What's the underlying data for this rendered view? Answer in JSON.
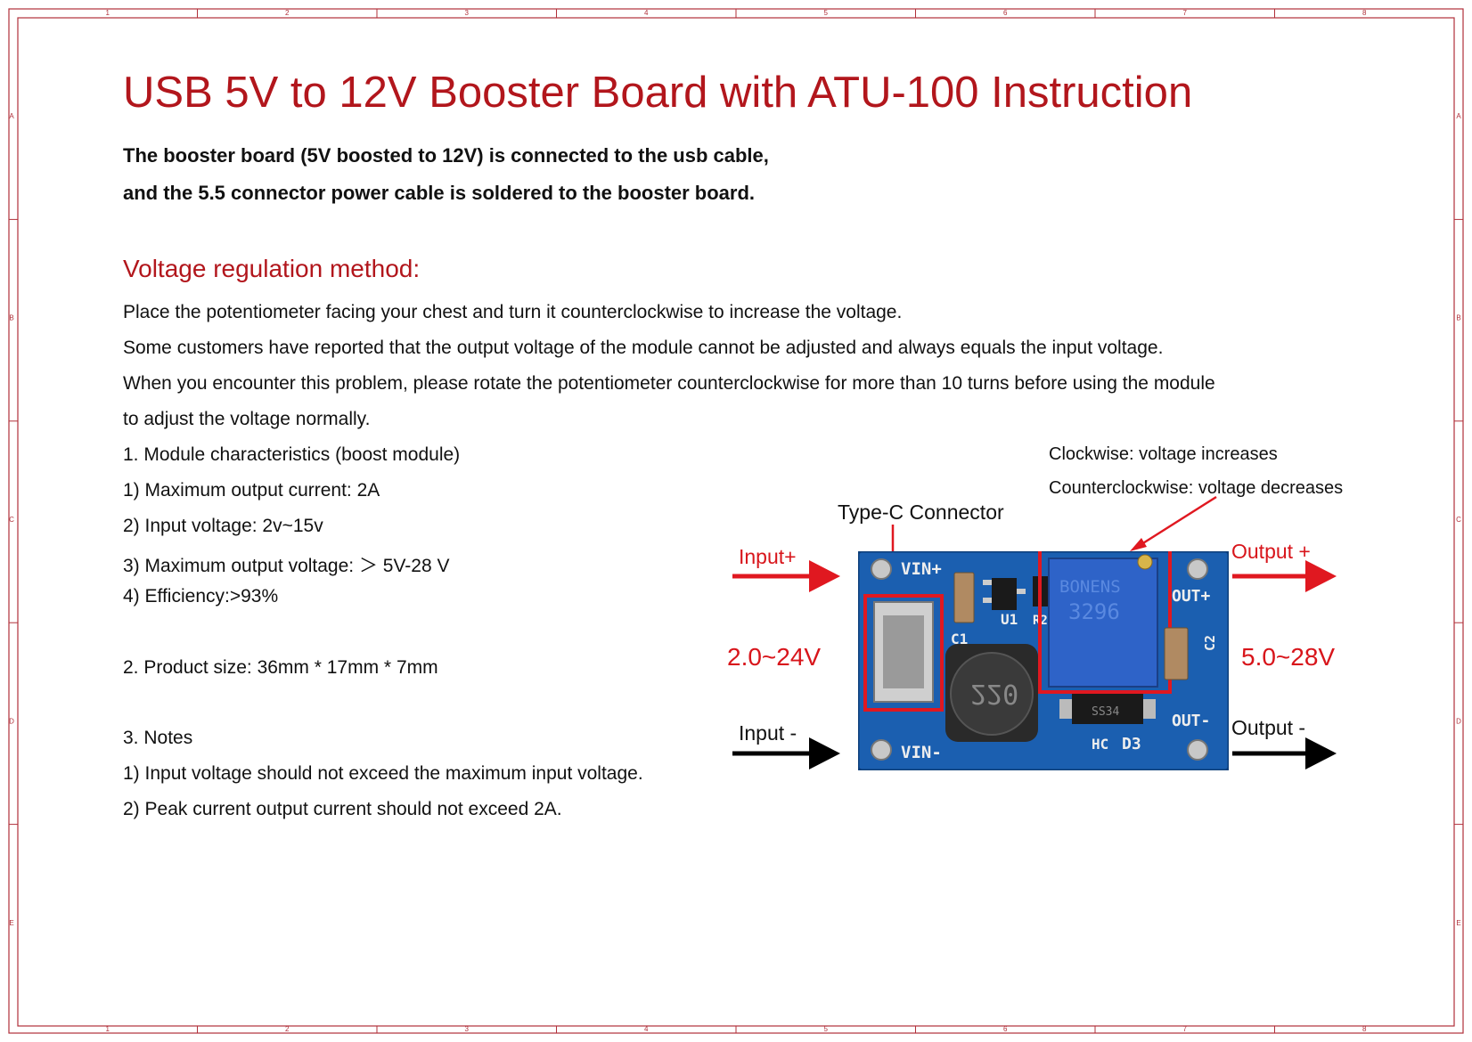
{
  "frame": {
    "column_labels": [
      "1",
      "2",
      "3",
      "4",
      "5",
      "6",
      "7",
      "8"
    ],
    "row_labels": [
      "A",
      "B",
      "C",
      "D",
      "E"
    ]
  },
  "document": {
    "title": "USB 5V to 12V Booster Board with ATU-100  Instruction",
    "intro": [
      "The booster board (5V boosted to 12V) is connected to the usb cable,",
      "and the 5.5 connector power cable is soldered to the booster board."
    ],
    "section_heading": "Voltage regulation method:",
    "paragraphs": [
      "Place the potentiometer facing your chest and turn it counterclockwise to increase the voltage.",
      "Some customers have reported that the output voltage of the module cannot be adjusted and always equals the input voltage.",
      "When you encounter this problem, please rotate the potentiometer counterclockwise for more than 10 turns before using the module",
      "to adjust the voltage normally."
    ],
    "module_heading": "1. Module characteristics (boost module)",
    "characteristics": [
      "1) Maximum output current: 2A",
      "2) Input voltage: 2v~15v",
      "3) Maximum output voltage: ＞ 5V-28 V",
      "4) Efficiency:>93%"
    ],
    "size_line": "2. Product size: 36mm * 17mm * 7mm",
    "notes_heading": "3. Notes",
    "notes": [
      "1) Input voltage should not exceed the maximum input voltage.",
      "2) Peak current output current should not exceed 2A."
    ]
  },
  "diagram": {
    "clockwise_note": "Clockwise: voltage increases",
    "counterclockwise_note": "Counterclockwise: voltage decreases",
    "connector_label": "Type-C Connector",
    "input_plus": "Input+",
    "input_minus": "Input -",
    "input_range": "2.0~24V",
    "output_plus": "Output +",
    "output_minus": "Output -",
    "output_range": "5.0~28V",
    "board_silkscreen": {
      "vin_plus": "VIN+",
      "vin_minus": "VIN-",
      "out_plus": "OUT+",
      "out_minus": "OUT-",
      "u1": "U1",
      "r2": "R2",
      "c1": "C1",
      "c2": "C2",
      "d3": "D3",
      "hc": "HC",
      "inductor": "220",
      "pot_brand": "BONENS",
      "pot_model": "3296",
      "diode_marking": "SS34"
    }
  },
  "colors": {
    "title_red": "#b2161c",
    "label_red": "#d8151b",
    "board_blue": "#1b5fb0",
    "frame_line": "#a0232b"
  }
}
